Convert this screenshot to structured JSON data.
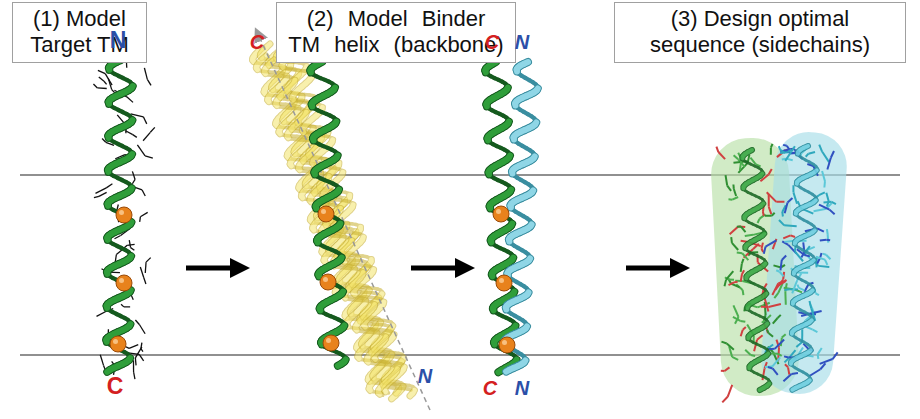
{
  "diagram": {
    "nodes": [
      {
        "text": [
          "(1) Model Target TM"
        ]
      },
      {
        "text": [
          "(2) Model Binder TM helix (backbone)"
        ]
      },
      {
        "text": [
          "(3) Design optimal sequence (sidechains)"
        ]
      }
    ],
    "labels": [
      "N",
      "C",
      "C",
      "N",
      "C",
      "N",
      "C",
      "N"
    ]
  }
}
